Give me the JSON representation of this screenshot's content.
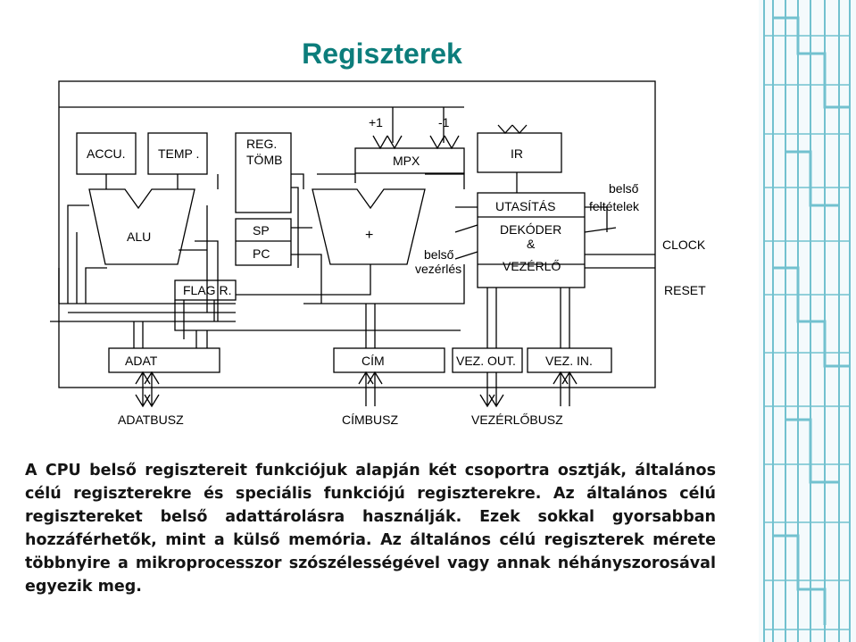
{
  "colors": {
    "title": "#0c7d7b",
    "pattern": "#5ab7c7",
    "line": "#000000"
  },
  "slide": {
    "title": "Regiszterek",
    "body": "A CPU belső regisztereit funkciójuk alapján két csoportra osztják, általános célú regiszterekre és speciális funkciójú regiszterekre. Az általános célú regisztereket belső adattárolásra használják. Ezek sokkal gyorsabban hozzáférhetők, mint a külső memória. Az általános célú regiszterek mérete többnyire a mikroprocesszor szószélességével vagy annak néhányszorosával egyezik meg."
  },
  "diagram": {
    "accu": "ACCU.",
    "temp": "TEMP .",
    "reg": "REG.",
    "tomb": "TÖMB",
    "plus1": "+1",
    "minus1": "-1",
    "mpx": "MPX",
    "ir": "IR",
    "alu": "ALU",
    "sp": "SP",
    "pc": "PC",
    "adder": "+",
    "utasitas": "UTASÍTÁS",
    "dekoder": "DEKÓDER",
    "amp": "&",
    "vezerlo": "VEZÉRLŐ",
    "belso1": "belső",
    "vezerles": "vezérlés",
    "belso2": "belső",
    "felteletek": "feltételek",
    "clock": "CLOCK",
    "reset": "RESET",
    "flag": "FLAG R.",
    "adat": "ADAT",
    "cim": "CÍM",
    "vez_out": "VEZ. OUT.",
    "vez_in": "VEZ. IN.",
    "adatbusz": "ADATBUSZ",
    "cimbusz": "CÍMBUSZ",
    "vezerlobusz": "VEZÉRLŐBUSZ"
  }
}
